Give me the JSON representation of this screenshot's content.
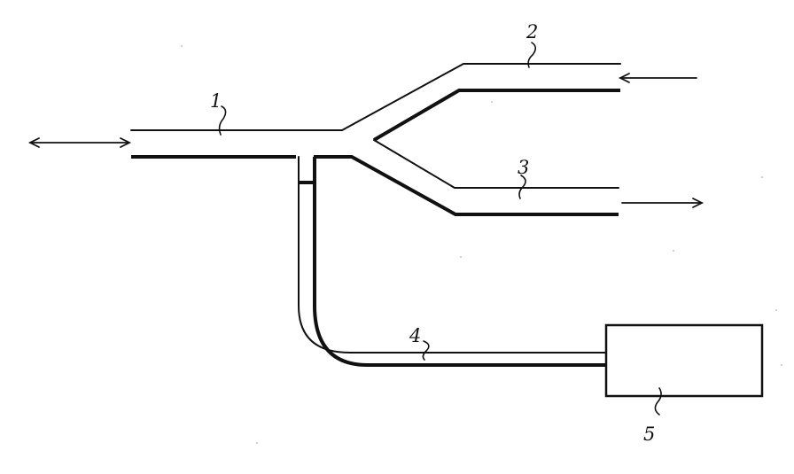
{
  "labels": {
    "tube_1": "1",
    "tube_2": "2",
    "tube_3": "3",
    "tube_4": "4",
    "box_5": "5"
  },
  "colors": {
    "ink": "#111111",
    "paper": "#ffffff"
  }
}
